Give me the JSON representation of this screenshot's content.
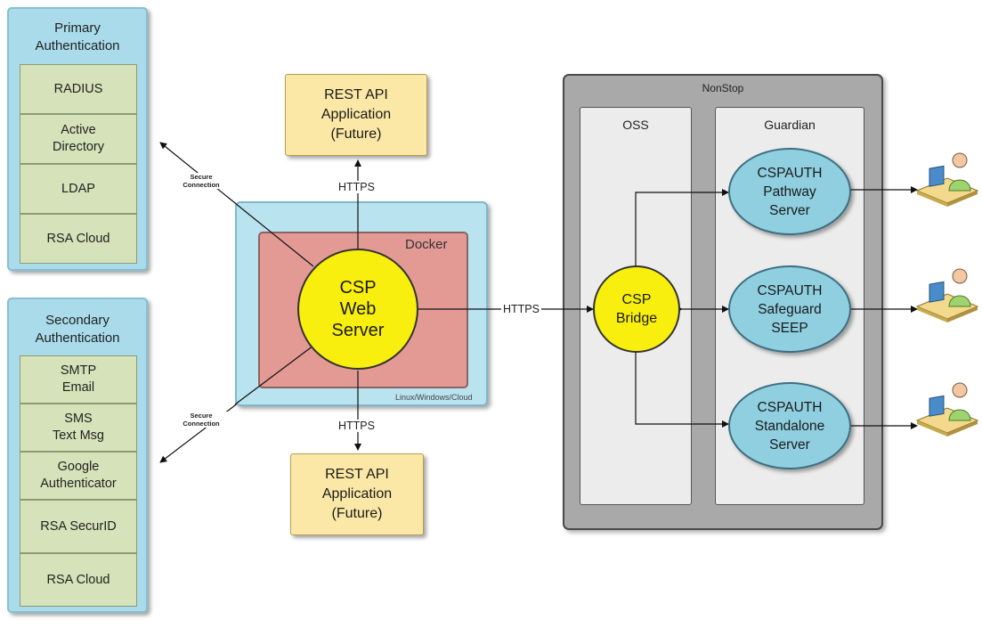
{
  "primary_auth": {
    "title": "Primary\nAuthentication",
    "items": [
      "RADIUS",
      "Active\nDirectory",
      "LDAP",
      "RSA Cloud"
    ]
  },
  "secondary_auth": {
    "title": "Secondary\nAuthentication",
    "items": [
      "SMTP\nEmail",
      "SMS\nText Msg",
      "Google\nAuthenticator",
      "RSA SecurID",
      "RSA Cloud"
    ]
  },
  "rest_top": "REST API\nApplication\n(Future)",
  "rest_bottom": "REST API\nApplication\n(Future)",
  "host_label": "Linux/Windows/Cloud",
  "docker_label": "Docker",
  "web_server": "CSP\nWeb\nServer",
  "connections": {
    "secure_top": "Secure\nConnection",
    "secure_bottom": "Secure\nConnection",
    "https_top": "HTTPS",
    "https_bottom": "HTTPS",
    "https_mid": "HTTPS"
  },
  "nonstop": {
    "title": "NonStop",
    "oss_label": "OSS",
    "guardian_label": "Guardian",
    "bridge": "CSP\nBridge",
    "servers": [
      "CSPAUTH\nPathway\nServer",
      "CSPAUTH\nSafeguard\nSEEP",
      "CSPAUTH\nStandalone\nServer"
    ]
  },
  "colors": {
    "auth_panel": "#a9dbea",
    "auth_item": "#d6e2b9",
    "rest": "#fbe8a6",
    "docker": "#e39a95",
    "host": "#b9e3ef",
    "yellow_node": "#f8ef0e",
    "blue_node": "#8fcfe0",
    "nonstop": "#a9a9a9"
  }
}
